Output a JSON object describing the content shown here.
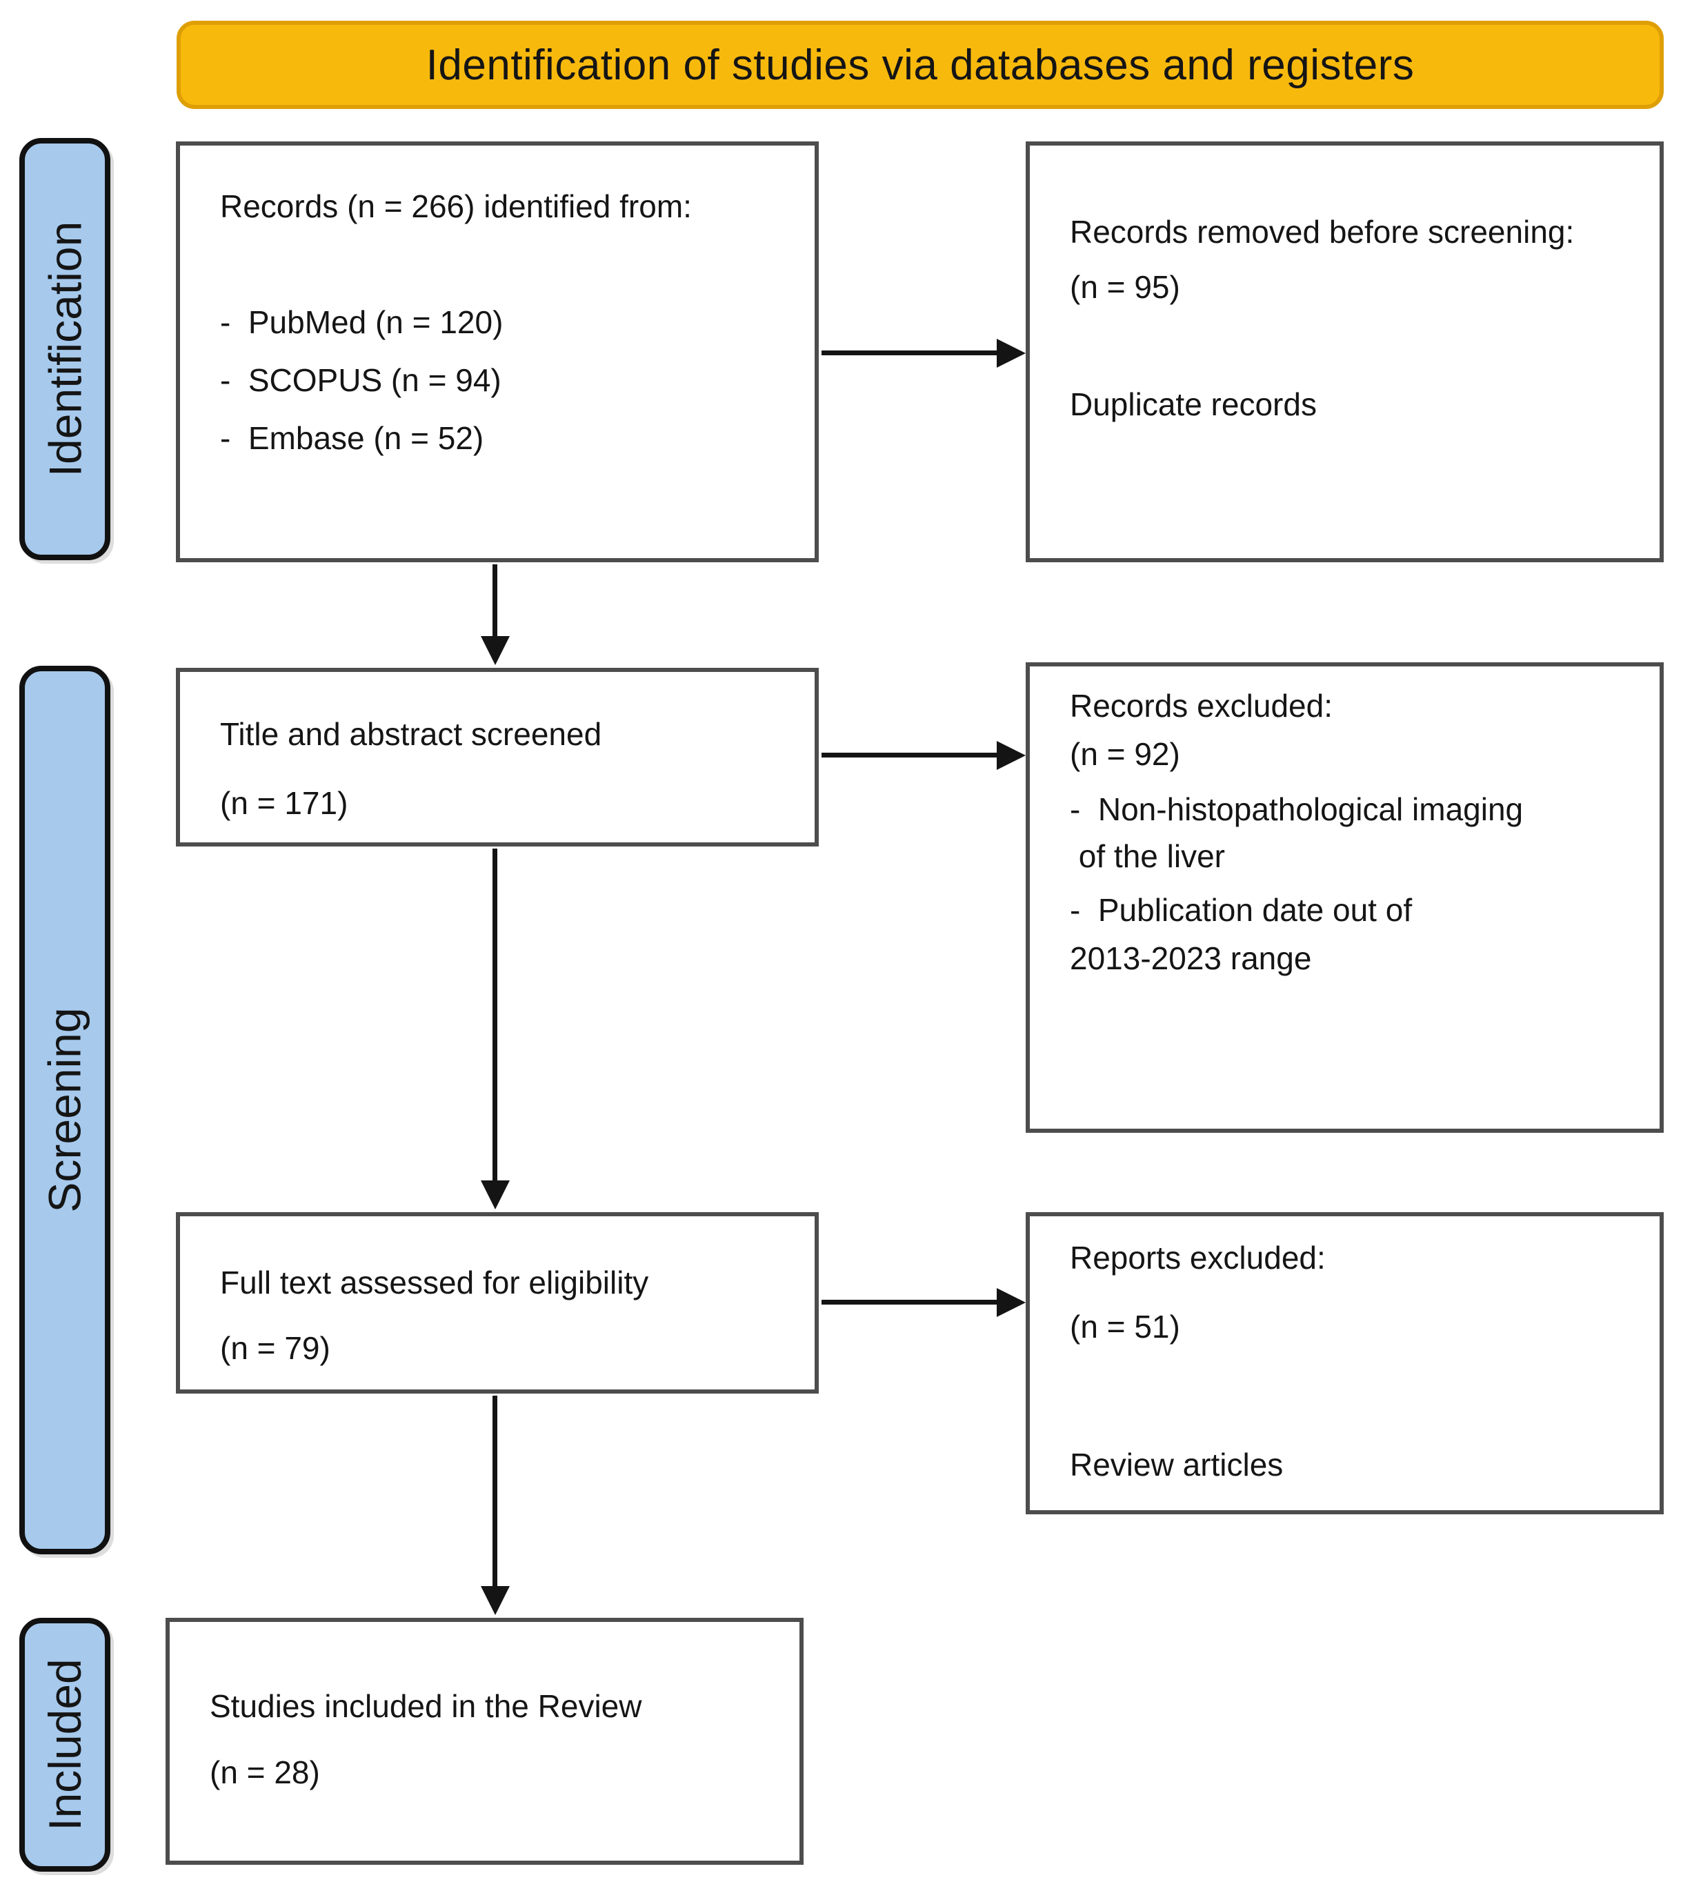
{
  "banner": {
    "title": "Identification of studies via databases and registers"
  },
  "stages": [
    {
      "label": "Identification"
    },
    {
      "label": "Screening"
    },
    {
      "label": "Included"
    }
  ],
  "boxes": {
    "records_identified": {
      "lines": [
        "Records (n = 266) identified from:",
        "-  PubMed (n = 120)",
        "-  SCOPUS (n = 94)",
        "-  Embase (n = 52)"
      ]
    },
    "records_removed": {
      "lines": [
        "Records removed before screening:",
        "(n = 95)",
        "Duplicate records"
      ]
    },
    "title_abstract_screened": {
      "lines": [
        "Title and abstract screened",
        "(n = 171)"
      ]
    },
    "records_excluded": {
      "lines": [
        "Records excluded:",
        "(n = 92)",
        "-  Non-histopathological imaging",
        " of the liver",
        "-  Publication date out of",
        "2013-2023 range"
      ]
    },
    "full_text_assessed": {
      "lines": [
        "Full text assessed for eligibility",
        "(n = 79)"
      ]
    },
    "reports_excluded": {
      "lines": [
        "Reports excluded:",
        "(n = 51)",
        "Review articles"
      ]
    },
    "studies_included": {
      "lines": [
        "Studies included in the Review",
        "(n = 28)"
      ]
    }
  },
  "colors": {
    "banner_bg": "#F8B90D",
    "banner_border": "#DE9F06",
    "stage_bg": "#A6C9EC",
    "stage_border": "#111111",
    "box_border": "#4D4D4D",
    "arrow": "#141414",
    "text": "#151515"
  }
}
